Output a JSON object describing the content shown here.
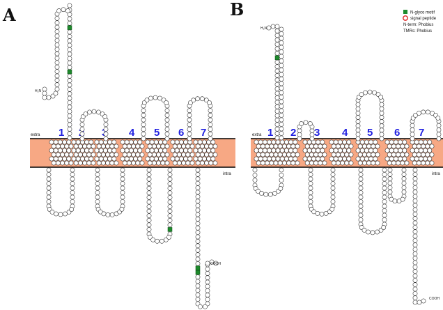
{
  "panels": [
    {
      "id": "A",
      "letter": "A",
      "n_term": "H₂N",
      "c_term": "COOH",
      "extra_label": "extra",
      "intra_label": "intra",
      "tm_labels": [
        "1",
        "2",
        "3",
        "4",
        "5",
        "6",
        "7"
      ]
    },
    {
      "id": "B",
      "letter": "B",
      "n_term": "H₂N",
      "c_term": "COOH",
      "extra_label": "extra",
      "intra_label": "intra",
      "tm_labels": [
        "1",
        "2",
        "3",
        "4",
        "5",
        "6",
        "7"
      ]
    }
  ],
  "legend": {
    "glyco": "N-glyco motif",
    "signal": "signal peptide",
    "nterm": "N-term: Phobius",
    "tmrs": "TMRs: Phobius"
  },
  "colors": {
    "membrane": "#f7a884",
    "glyco": "#1e8a2c",
    "tm_number": "#1f1fe0",
    "signal": "#e02020"
  }
}
